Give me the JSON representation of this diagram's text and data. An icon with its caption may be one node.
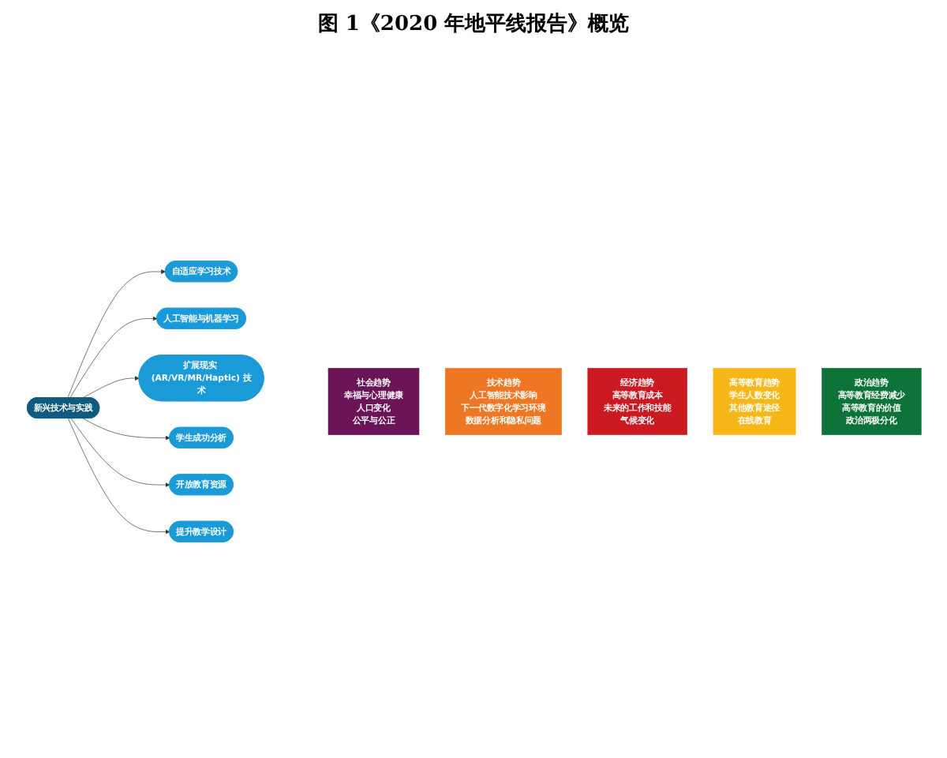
{
  "diagram": {
    "title": "图 1《2020 年地平线报告》概览",
    "nodes": [
      {
        "text": [
          "社会趋势",
          "幸福与心理健康",
          "人口变化",
          "公平与公正"
        ]
      },
      {
        "text": [
          "技术趋势",
          "人工智能技术影响",
          "下一代数字化学习环境",
          "数据分析和隐私问题"
        ]
      },
      {
        "text": [
          "自适应学习技术"
        ]
      },
      {
        "text": [
          "人工智能与机器学习"
        ]
      },
      {
        "text": [
          "扩展现实 (AR/VR/MR/Haptic) 技术"
        ]
      },
      {
        "text": [
          "新兴技术与实践"
        ]
      },
      {
        "text": [
          "学生成功分析"
        ]
      },
      {
        "text": [
          "开放教育资源"
        ]
      },
      {
        "text": [
          "提升教学设计"
        ]
      },
      {
        "text": [
          "经济趋势",
          "高等教育成本",
          "未来的工作和技能",
          "气候变化"
        ]
      },
      {
        "text": [
          "高等教育趋势",
          "学生人数变化",
          "其他教育途径",
          "在线教育"
        ]
      },
      {
        "text": [
          "政治趋势",
          "高等教育经费减少",
          "高等教育的价值",
          "政治两极分化"
        ]
      }
    ],
    "edges": [
      {
        "from": 5,
        "to": 2,
        "arrow": "to"
      },
      {
        "from": 5,
        "to": 3,
        "arrow": "to"
      },
      {
        "from": 5,
        "to": 4,
        "arrow": "to"
      },
      {
        "from": 5,
        "to": 6,
        "arrow": "to"
      },
      {
        "from": 5,
        "to": 7,
        "arrow": "to"
      },
      {
        "from": 5,
        "to": 8,
        "arrow": "to"
      }
    ]
  }
}
